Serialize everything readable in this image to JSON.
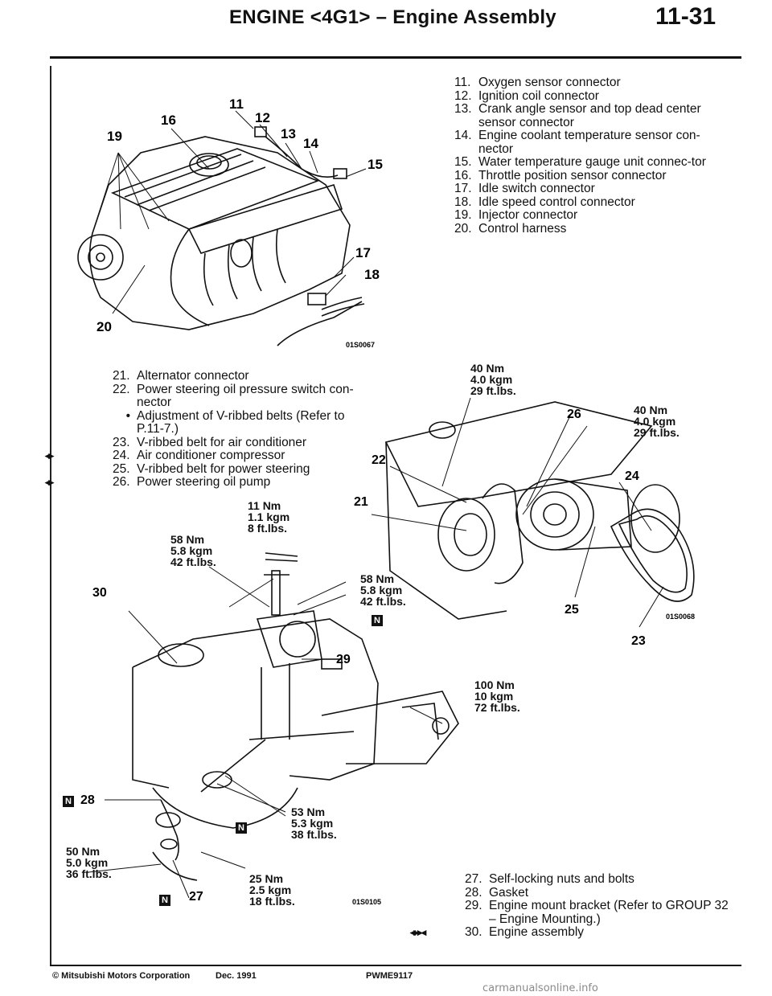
{
  "header": {
    "title": "ENGINE <4G1> – Engine Assembly",
    "page": "11-31"
  },
  "list_top": [
    {
      "n": "11.",
      "t": "Oxygen sensor connector"
    },
    {
      "n": "12.",
      "t": "Ignition coil connector"
    },
    {
      "n": "13.",
      "t": "Crank angle sensor and top dead center sensor connector"
    },
    {
      "n": "14.",
      "t": "Engine coolant temperature sensor con-nector"
    },
    {
      "n": "15.",
      "t": "Water temperature gauge unit connec-tor"
    },
    {
      "n": "16.",
      "t": "Throttle position sensor connector"
    },
    {
      "n": "17.",
      "t": "Idle switch connector"
    },
    {
      "n": "18.",
      "t": "Idle speed control connector"
    },
    {
      "n": "19.",
      "t": "Injector connector"
    },
    {
      "n": "20.",
      "t": "Control harness"
    }
  ],
  "list_mid": [
    {
      "n": "21.",
      "t": "Alternator connector",
      "m": ""
    },
    {
      "n": "22.",
      "t": "Power steering oil pressure switch con-nector",
      "m": ""
    },
    {
      "n": "•",
      "t": "Adjustment of V-ribbed belts (Refer to P.11-7.)",
      "m": ""
    },
    {
      "n": "23.",
      "t": "V-ribbed belt for air conditioner",
      "m": ""
    },
    {
      "n": "24.",
      "t": "Air conditioner compressor",
      "m": "◂▸"
    },
    {
      "n": "25.",
      "t": "V-ribbed belt for power steering",
      "m": ""
    },
    {
      "n": "26.",
      "t": "Power steering oil pump",
      "m": "◂▸"
    }
  ],
  "list_bottom": [
    {
      "n": "27.",
      "t": "Self-locking nuts and bolts",
      "m": ""
    },
    {
      "n": "28.",
      "t": "Gasket",
      "m": ""
    },
    {
      "n": "29.",
      "t": "Engine mount bracket (Refer to GROUP 32 – Engine Mounting.)",
      "m": ""
    },
    {
      "n": "30.",
      "t": "Engine assembly",
      "m": "◂▸▸◂"
    }
  ],
  "figure1": {
    "code": "01S0067",
    "callouts": {
      "c11": "11",
      "c12": "12",
      "c13": "13",
      "c14": "14",
      "c15": "15",
      "c16": "16",
      "c17": "17",
      "c18": "18",
      "c19": "19",
      "c20": "20"
    }
  },
  "figure2": {
    "code": "01S0068",
    "callouts": {
      "c21": "21",
      "c22": "22",
      "c23": "23",
      "c24": "24",
      "c25": "25",
      "c26": "26"
    },
    "torque_a": [
      "40 Nm",
      "4.0 kgm",
      "29 ft.lbs."
    ],
    "torque_b": [
      "40 Nm",
      "4.0 kgm",
      "29 ft.lbs."
    ]
  },
  "figure3": {
    "code": "01S0105",
    "callouts": {
      "c27": "27",
      "c28": "28",
      "c29": "29",
      "c30": "30"
    },
    "badge": "N",
    "t11": [
      "11 Nm",
      "1.1 kgm",
      "8 ft.lbs."
    ],
    "t58a": [
      "58 Nm",
      "5.8 kgm",
      "42 ft.lbs."
    ],
    "t58b": [
      "58 Nm",
      "5.8 kgm",
      "42 ft.lbs."
    ],
    "t100": [
      "100 Nm",
      "10 kgm",
      "72 ft.lbs."
    ],
    "t53": [
      "53 Nm",
      "5.3 kgm",
      "38 ft.lbs."
    ],
    "t50": [
      "50 Nm",
      "5.0 kgm",
      "36 ft.lbs."
    ],
    "t25": [
      "25 Nm",
      "2.5 kgm",
      "18 ft.lbs."
    ]
  },
  "footer": {
    "copyright": "© Mitsubishi Motors Corporation",
    "date": "Dec. 1991",
    "code": "PWME9117"
  },
  "watermark": "carmanualsonline.info"
}
